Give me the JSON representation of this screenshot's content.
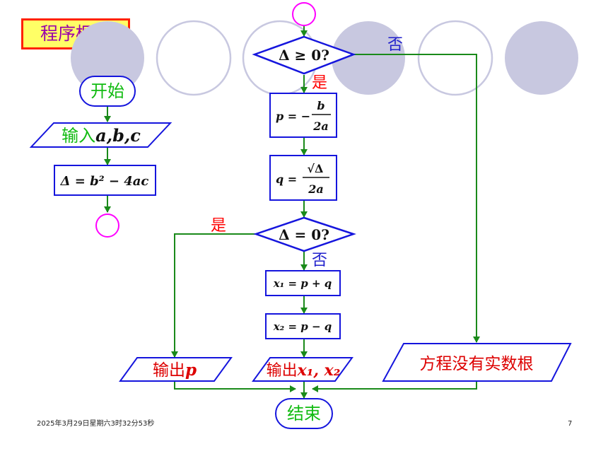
{
  "slide": {
    "title": "程序框图",
    "footer_date": "2025年3月29日星期六3时32分53秒",
    "page_number": "7"
  },
  "flowchart": {
    "start": "开始",
    "input_prefix": "输入",
    "input_vars": "a,b,c",
    "discriminant": "Δ = b² − 4ac",
    "decision1": "Δ ≥ 0?",
    "decision1_yes": "是",
    "decision1_no": "否",
    "p_lhs": "p = −",
    "p_num": "b",
    "p_den": "2a",
    "q_lhs": "q =",
    "q_num": "√Δ",
    "q_den": "2a",
    "decision2": "Δ = 0?",
    "decision2_yes": "是",
    "decision2_no": "否",
    "x1": "x₁ = p + q",
    "x2": "x₂ = p − q",
    "output_prefix": "输出",
    "output_p": "p",
    "output_x": "x₁, x₂",
    "no_roots": "方程没有实数根",
    "end": "结束"
  },
  "colors": {
    "flow_line": "#1a8a1a",
    "box_border": "#1515dd",
    "connector": "#ff00ff",
    "decor_circle": "#c8c8e0",
    "yes_label": "#ff0000",
    "no_label": "#2020cc",
    "start_end_text": "#11bb11",
    "title_text": "#9900aa",
    "title_bg": "#ffff66",
    "title_border": "#ff2200",
    "red_text": "#dd0000"
  }
}
